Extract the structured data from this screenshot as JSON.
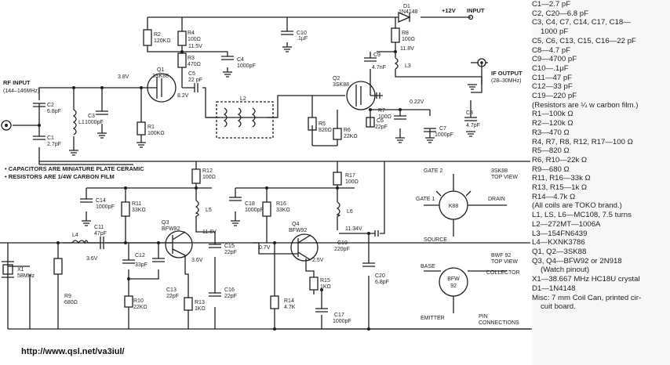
{
  "url": "http://www.qsl.net/va3iul/",
  "top": {
    "d1": "D1",
    "d1_part": "1N4148",
    "v12": "+12V",
    "input": "INPUT",
    "c10": "C10",
    "c10_val": ".1µF"
  },
  "rf_input": {
    "title": "RF INPUT",
    "range": "(144–146MHz)"
  },
  "if_output": {
    "title": "IF OUTPUT",
    "range": "(28–30MHz)"
  },
  "labels": {
    "r2": "R2",
    "r2_val": "120KΩ",
    "r4": "R4",
    "r4_val": "100Ω",
    "r3": "R3",
    "r3_val": "470Ω",
    "c4": "C4",
    "c4_val": "1000pF",
    "v115": "11.5V",
    "v38_q1": "3.8V",
    "q1": "Q1",
    "q1_part": "3SK88",
    "c5": "C5",
    "c5_val": "22 pF",
    "v82": "8.2V",
    "c2": "C2",
    "c2_val": "6.8pF",
    "c1": "C1",
    "c1_val": "2.7pF",
    "l1": "L1",
    "c3": "C3",
    "c3_val": "1000pF",
    "r1": "R1",
    "r1_val": "100KΩ",
    "l2": "L2",
    "r5": "R5",
    "r5_val": "820Ω",
    "r6": "R6",
    "r6_val": "22KΩ",
    "c6": "C6",
    "c6_val": "22pF",
    "r7": "R7",
    "r7_val": "100Ω",
    "c7": "C7",
    "c7_val": "1000pF",
    "v022": "0.22V",
    "r8": "R8",
    "r8_val": "100Ω",
    "v118": "11.8V",
    "c9": "C9",
    "c9_val": "4.7nF",
    "l3": "L3",
    "q2": "Q2",
    "q2_part": "3SK88",
    "c8": "C8",
    "c8_val": "4.7pF",
    "note1": "• CAPACITORS ARE MINIATURE PLATE CERAMIC",
    "note2": "• RESISTORS ARE 1/4W CARBON FILM",
    "r12": "R12",
    "r12_val": "100Ω",
    "c14": "C14",
    "c14_val": "1000pF",
    "r11": "R11",
    "r11_val": "33KΩ",
    "l5": "L5",
    "v116": "11.6V",
    "q3": "Q3",
    "q3_part": "BFW92",
    "c11": "C11",
    "c11_val": "47pF",
    "l4": "L4",
    "v36_base": "3.6V",
    "c12": "C12",
    "c12_val": "33pF",
    "c13": "C13",
    "c13_val": "22pF",
    "v36_emit": "3.6V",
    "c15": "C15",
    "c15_val": "22pF",
    "c16": "C16",
    "c16_val": "22pF",
    "x1": "X1",
    "x1_val": "58MHz",
    "r9": "R9",
    "r9_val": "680Ω",
    "r10": "R10",
    "r10_val": "22KΩ",
    "r13": "R13",
    "r13_val": "1KΩ",
    "r17": "R17",
    "r17_val": "100Ω",
    "c18": "C18",
    "c18_val": "1000pF",
    "r16": "R16",
    "r16_val": "33KΩ",
    "l6": "L6",
    "v1134": "11.34V",
    "q4": "Q4",
    "q4_part": "BFW92",
    "v07": "0.7V",
    "c19": "C19",
    "c19_val": "220pF",
    "v25": "2.5V",
    "r15": "R15",
    "r15_val": "1KΩ",
    "c20": "C20",
    "c20_val": "6.8pF",
    "r14": "R14",
    "r14_val": "4.7K",
    "c17": "C17",
    "c17_val": "1000pF"
  },
  "pinout_3sk88": {
    "gate2": "GATE 2",
    "gate1": "GATE 1",
    "drain": "DRAIN",
    "source": "SOURCE",
    "body": "K88",
    "part": "3SK88",
    "view": "TOP VIEW"
  },
  "pinout_bfw92": {
    "base": "BASE",
    "collector": "COLLECTOR",
    "emitter": "EMITTER",
    "body_1": "BFW",
    "body_2": "92",
    "part": "BWF 92",
    "view": "TOP VIEW",
    "pin": "PIN",
    "connections": "CONNECTIONS"
  },
  "parts_list": [
    {
      "text": "C1—2.7 pF",
      "indent": false
    },
    {
      "text": "C2, C20—6.8 pF",
      "indent": false
    },
    {
      "text": "C3,  C4,  C7,  C14,  C17,  C18—",
      "indent": false
    },
    {
      "text": "1000 pF",
      "indent": true
    },
    {
      "text": "C5, C6, C13, C15, C16—22 pF",
      "indent": false
    },
    {
      "text": "C8—4.7 pF",
      "indent": false
    },
    {
      "text": "C9—4700 pF",
      "indent": false
    },
    {
      "text": "C10—.1µF",
      "indent": false
    },
    {
      "text": "C11—47 pF",
      "indent": false
    },
    {
      "text": "C12—33 pF",
      "indent": false
    },
    {
      "text": "C19—220 pF",
      "indent": false
    },
    {
      "text": "(Resistors are ¼ w carbon film.)",
      "indent": false
    },
    {
      "text": "R1—100k Ω",
      "indent": false
    },
    {
      "text": "R2—120k Ω",
      "indent": false
    },
    {
      "text": "R3—470 Ω",
      "indent": false
    },
    {
      "text": "R4, R7, R8, R12, R17—100 Ω",
      "indent": false
    },
    {
      "text": "R5—820 Ω",
      "indent": false
    },
    {
      "text": "R6, R10—22k Ω",
      "indent": false
    },
    {
      "text": "R9—680 Ω",
      "indent": false
    },
    {
      "text": "R11, R16—33k Ω",
      "indent": false
    },
    {
      "text": "R13, R15—1k Ω",
      "indent": false
    },
    {
      "text": "R14—4.7k Ω",
      "indent": false
    },
    {
      "text": "(All coils are TOKO brand.)",
      "indent": false
    },
    {
      "text": "L1, LS, L6—MC108, 7.5 turns",
      "indent": false
    },
    {
      "text": "L2—272MT—1006A",
      "indent": false
    },
    {
      "text": "L3—154FN6439",
      "indent": false
    },
    {
      "text": "L4—KXNK3786",
      "indent": false
    },
    {
      "text": "Q1, Q2—3SK88",
      "indent": false
    },
    {
      "text": "Q3,  Q4—BFW92  or  2N918",
      "indent": false
    },
    {
      "text": "(Watch pinout)",
      "indent": true
    },
    {
      "text": "X1—38.667 MHz HC18U crystal",
      "indent": false
    },
    {
      "text": "D1—1N4148",
      "indent": false
    },
    {
      "text": "Misc: 7 mm Coil Can, printed cir-",
      "indent": false
    },
    {
      "text": "cuit board.",
      "indent": true
    }
  ]
}
